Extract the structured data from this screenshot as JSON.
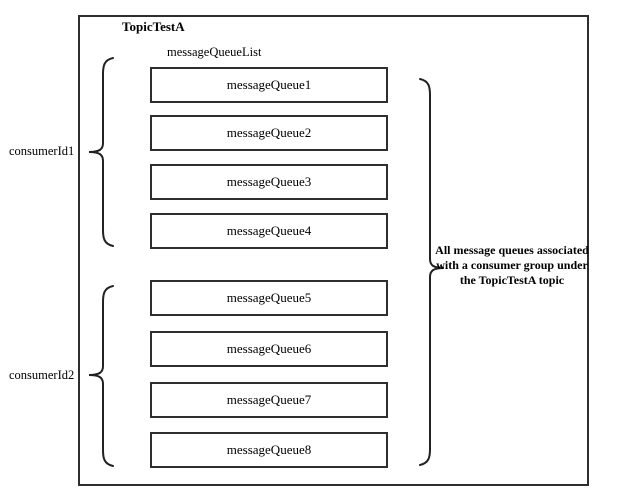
{
  "diagram": {
    "title": "TopicTestA",
    "queue_list_label": "messageQueueList",
    "queues": [
      "messageQueue1",
      "messageQueue2",
      "messageQueue3",
      "messageQueue4",
      "messageQueue5",
      "messageQueue6",
      "messageQueue7",
      "messageQueue8"
    ],
    "consumer_groups": [
      {
        "label": "consumerId1",
        "queues": [
          "messageQueue1",
          "messageQueue2",
          "messageQueue3",
          "messageQueue4"
        ]
      },
      {
        "label": "consumerId2",
        "queues": [
          "messageQueue5",
          "messageQueue6",
          "messageQueue7",
          "messageQueue8"
        ]
      }
    ],
    "annotation": {
      "lines": [
        "All message queues associated",
        "with a consumer group under",
        "the TopicTestA topic"
      ]
    },
    "colors": {
      "line": "#2e2e2e",
      "text": "#000000",
      "background": "#ffffff"
    }
  }
}
